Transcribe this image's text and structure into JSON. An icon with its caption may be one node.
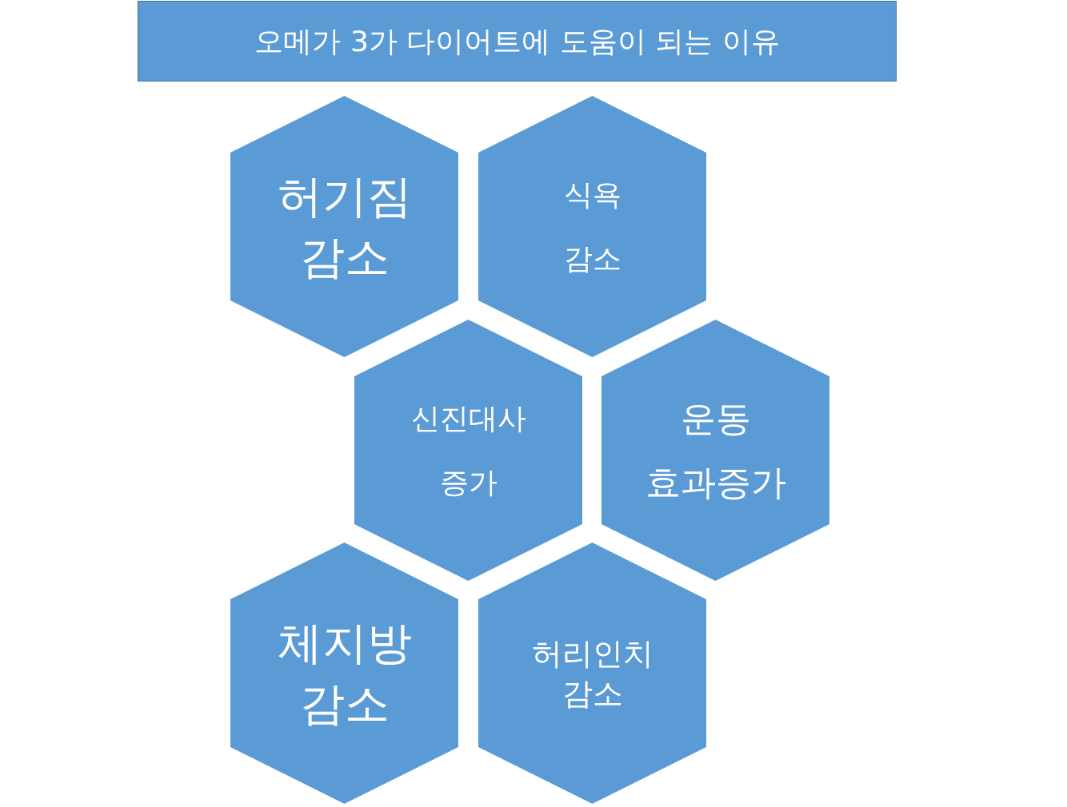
{
  "diagram": {
    "title": "오메가 3가 다이어트에 도움이 되는 이유",
    "nodes": [
      {
        "text": [
          "허기짐",
          "감소"
        ]
      },
      {
        "text": [
          "식욕",
          "감소"
        ]
      },
      {
        "text": [
          "신진대사",
          "증가"
        ]
      },
      {
        "text": [
          "운동",
          "효과증가"
        ]
      },
      {
        "text": [
          "체지방",
          "감소"
        ]
      },
      {
        "text": [
          "허리인치",
          "감소"
        ]
      }
    ]
  }
}
